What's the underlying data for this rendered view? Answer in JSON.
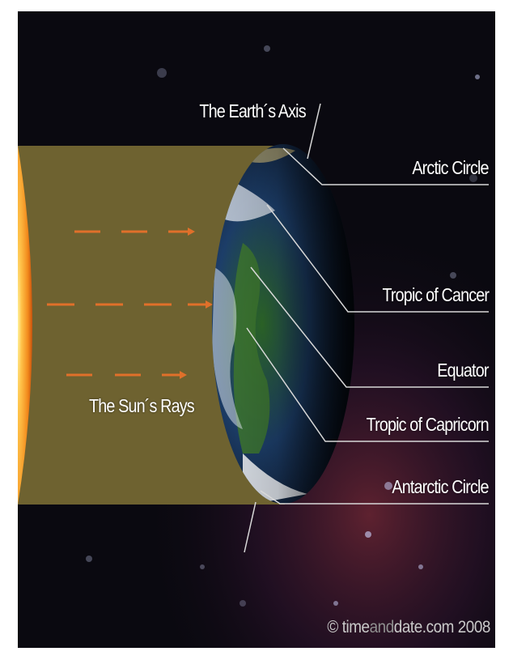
{
  "labels": {
    "earth_axis": "The Earth´s Axis",
    "arctic_circle": "Arctic Circle",
    "tropic_of_cancer": "Tropic of Cancer",
    "equator": "Equator",
    "tropic_of_capricorn": "Tropic of Capricorn",
    "antarctic_circle": "Antarctic Circle",
    "suns_rays": "The Sun´s Rays"
  },
  "copyright": {
    "symbol": "©",
    "brand_a": "time",
    "brand_b": "and",
    "brand_c": "date.com 2008"
  },
  "colors": {
    "background": "#0a0910",
    "ray_band": "#6e6230",
    "sun": "#f59a1f",
    "arrow": "#e0702a",
    "label_line": "#d8d8d8"
  }
}
